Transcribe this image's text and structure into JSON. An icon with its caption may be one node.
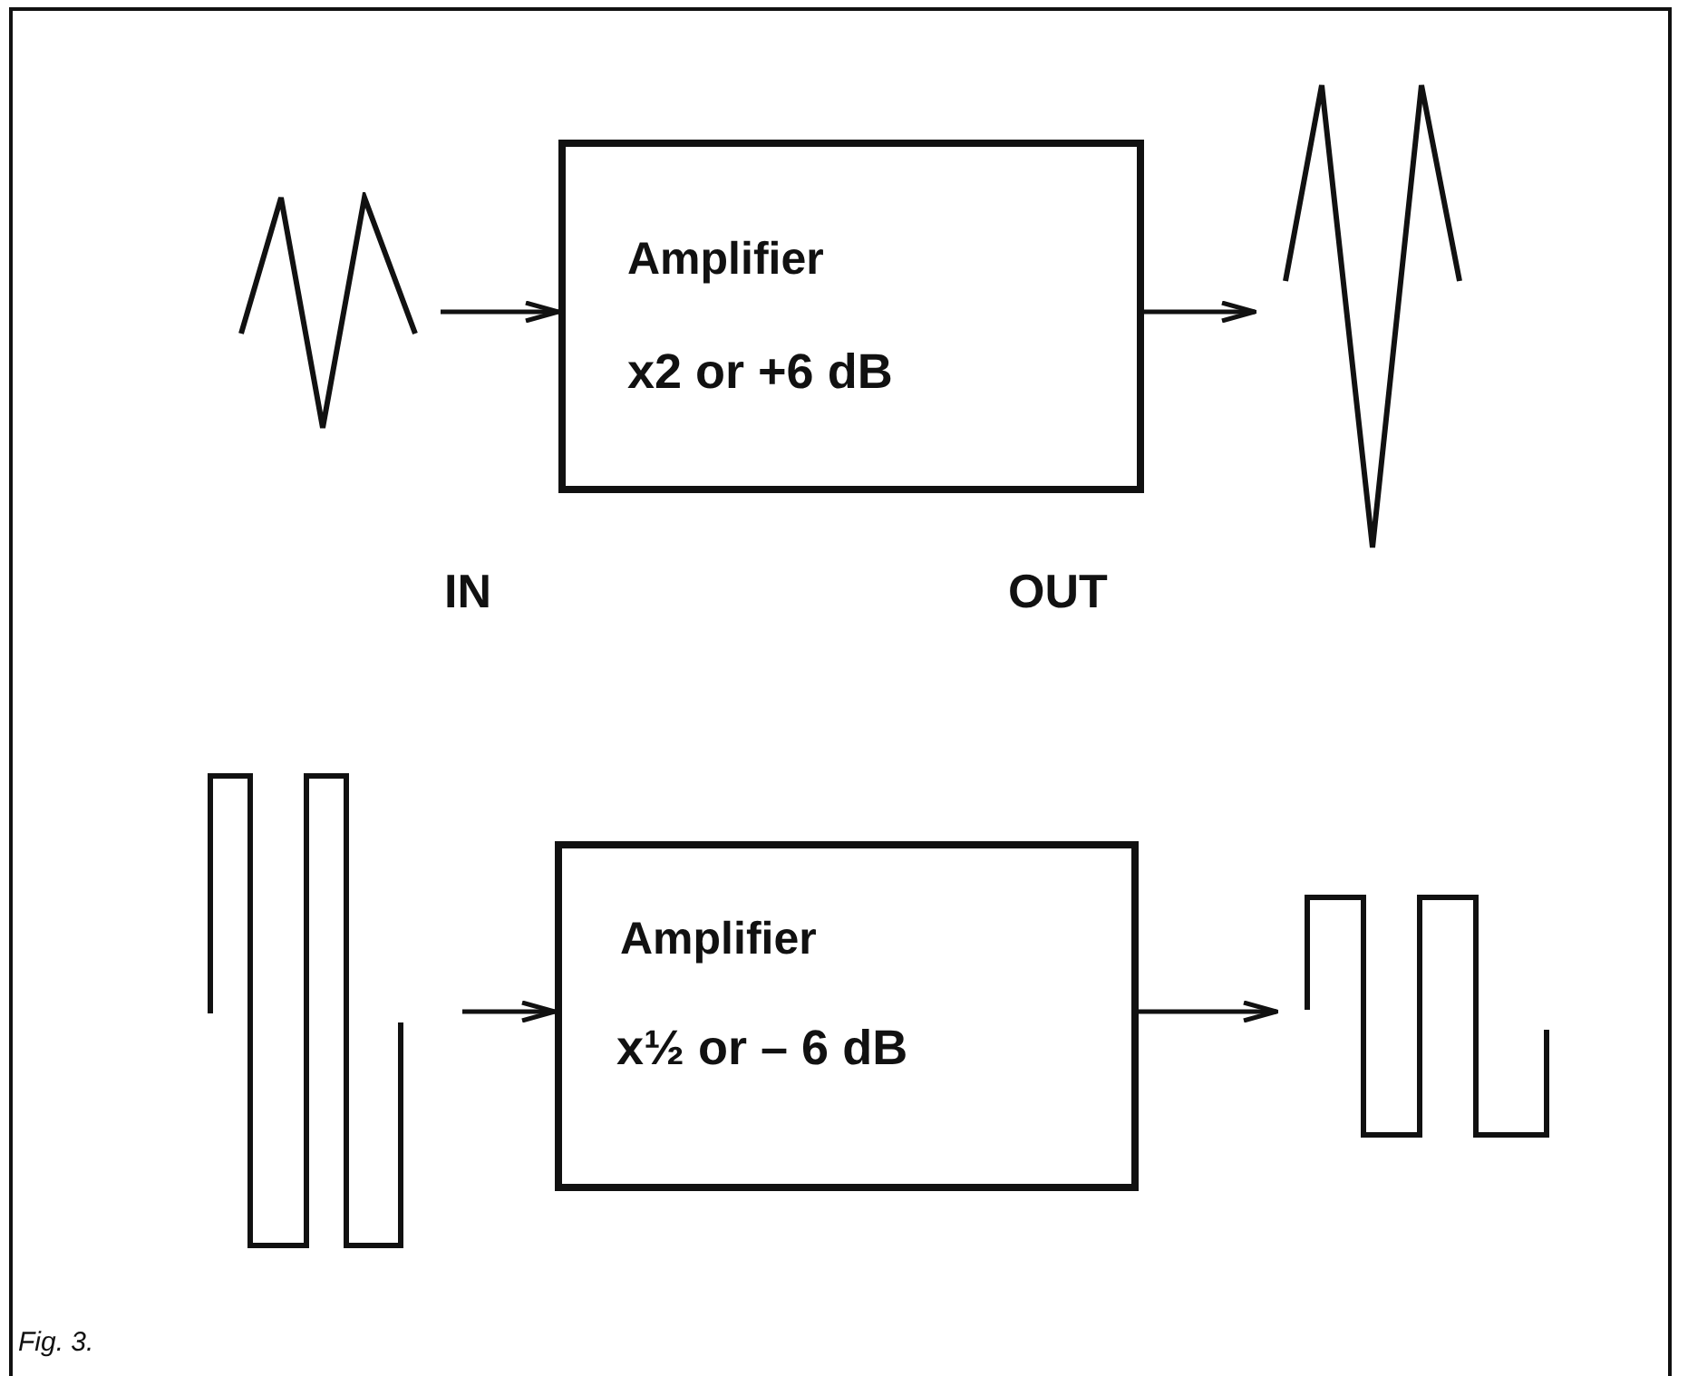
{
  "diagram": {
    "caption": "Fig. 3.",
    "nodes": [
      {
        "text": [],
        "shape": "picture"
      },
      {
        "text": [
          "Amplifier",
          "x2 or +6 dB"
        ]
      },
      {
        "text": [],
        "shape": "picture"
      },
      {
        "text": [],
        "shape": "picture"
      },
      {
        "text": [
          "Amplifier",
          "x½ or – 6 dB"
        ]
      },
      {
        "text": [],
        "shape": "picture"
      }
    ],
    "edges": [
      {
        "from": 0,
        "to": 1,
        "arrow": "to"
      },
      {
        "from": 1,
        "to": 2,
        "arrow": "to"
      },
      {
        "from": 3,
        "to": 4,
        "arrow": "to"
      },
      {
        "from": 4,
        "to": 5,
        "arrow": "to"
      }
    ],
    "labels": [
      "IN",
      "OUT"
    ]
  }
}
